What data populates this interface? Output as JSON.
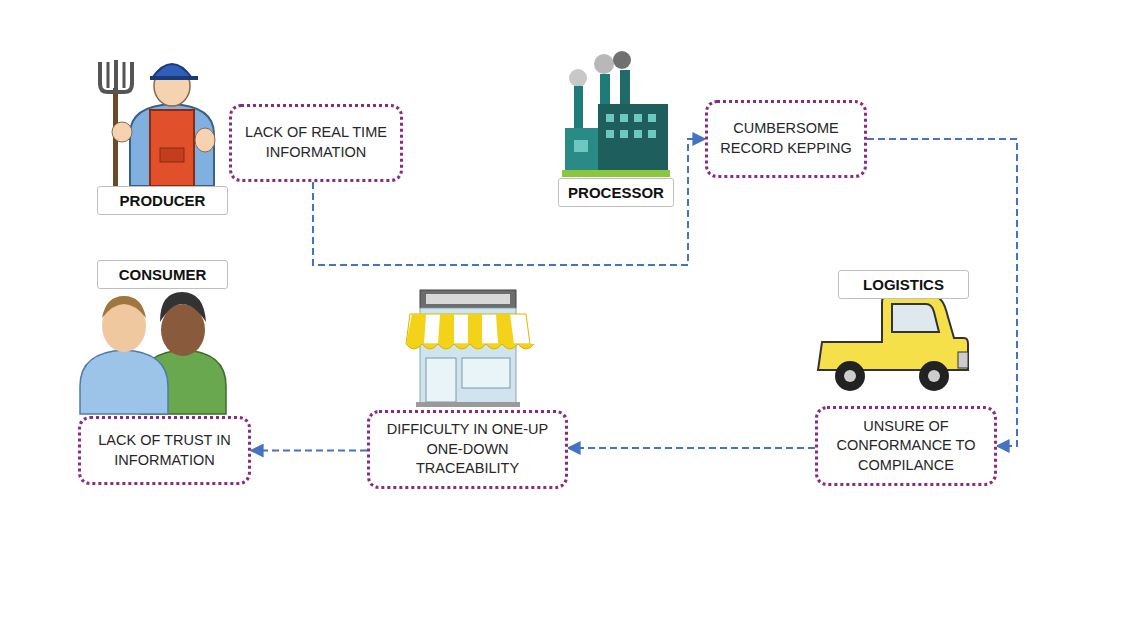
{
  "diagram": {
    "nodes": [
      {
        "text": [
          "PRODUCER"
        ]
      },
      {
        "text": [
          "LACK OF REAL TIME INFORMATION"
        ]
      },
      {
        "text": [
          "PROCESSOR"
        ]
      },
      {
        "text": [
          "CUMBERSOME RECORD KEPPING"
        ]
      },
      {
        "text": [
          "CONSUMER"
        ]
      },
      {
        "text": [
          "LOGISTICS"
        ]
      },
      {
        "text": [
          "LACK OF TRUST IN INFORMATION"
        ]
      },
      {
        "text": [
          "DIFFICULTY IN ONE-UP ONE-DOWN TRACEABILITY"
        ]
      },
      {
        "text": [
          "UNSURE OF CONFORMANCE TO COMPILANCE"
        ]
      }
    ],
    "edges": [
      {
        "from": 1,
        "to": 3,
        "arrow": "to"
      },
      {
        "from": 3,
        "to": 8,
        "arrow": "to"
      },
      {
        "from": 8,
        "to": 7,
        "arrow": "to"
      },
      {
        "from": 7,
        "to": 6,
        "arrow": "to"
      }
    ]
  }
}
